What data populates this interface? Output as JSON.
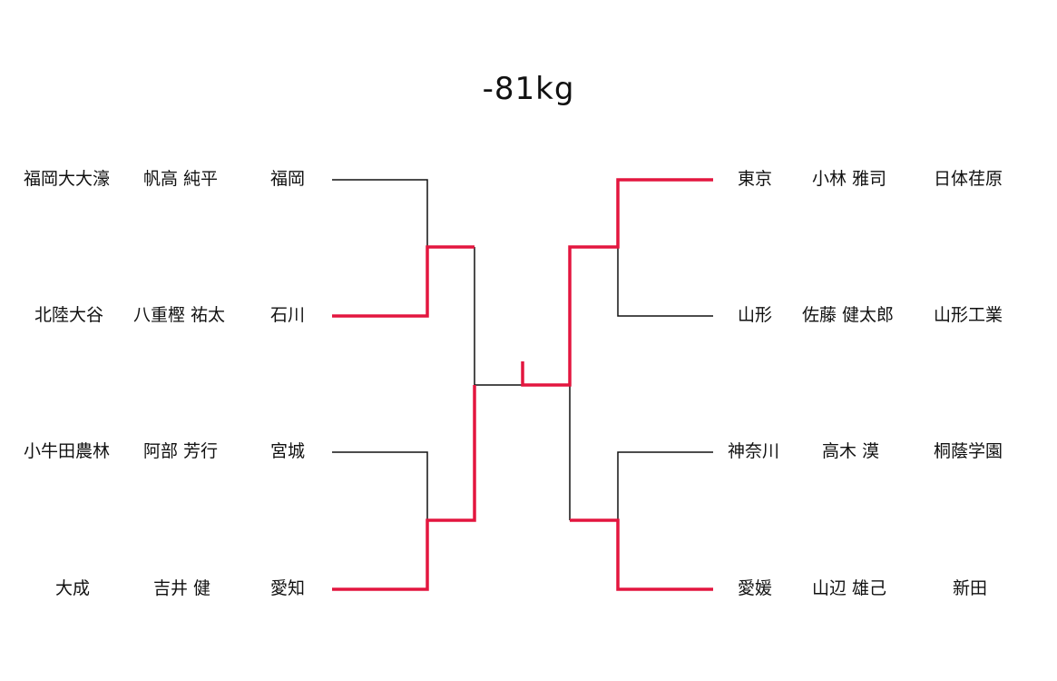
{
  "title": "-81kg",
  "colors": {
    "winner_line": "#e3163f",
    "line": "#111111"
  },
  "left_entries": [
    {
      "school": "福岡大大濠",
      "name": "帆高 純平",
      "pref": "福岡"
    },
    {
      "school": "北陸大谷",
      "name": "八重樫 祐太",
      "pref": "石川"
    },
    {
      "school": "小牛田農林",
      "name": "阿部 芳行",
      "pref": "宮城"
    },
    {
      "school": "大成",
      "name": "吉井 健",
      "pref": "愛知"
    }
  ],
  "right_entries": [
    {
      "pref": "東京",
      "name": "小林 雅司",
      "school": "日体荏原"
    },
    {
      "pref": "山形",
      "name": "佐藤 健太郎",
      "school": "山形工業"
    },
    {
      "pref": "神奈川",
      "name": "高木 漠",
      "school": "桐蔭学園"
    },
    {
      "pref": "愛媛",
      "name": "山辺 雄己",
      "school": "新田"
    }
  ]
}
